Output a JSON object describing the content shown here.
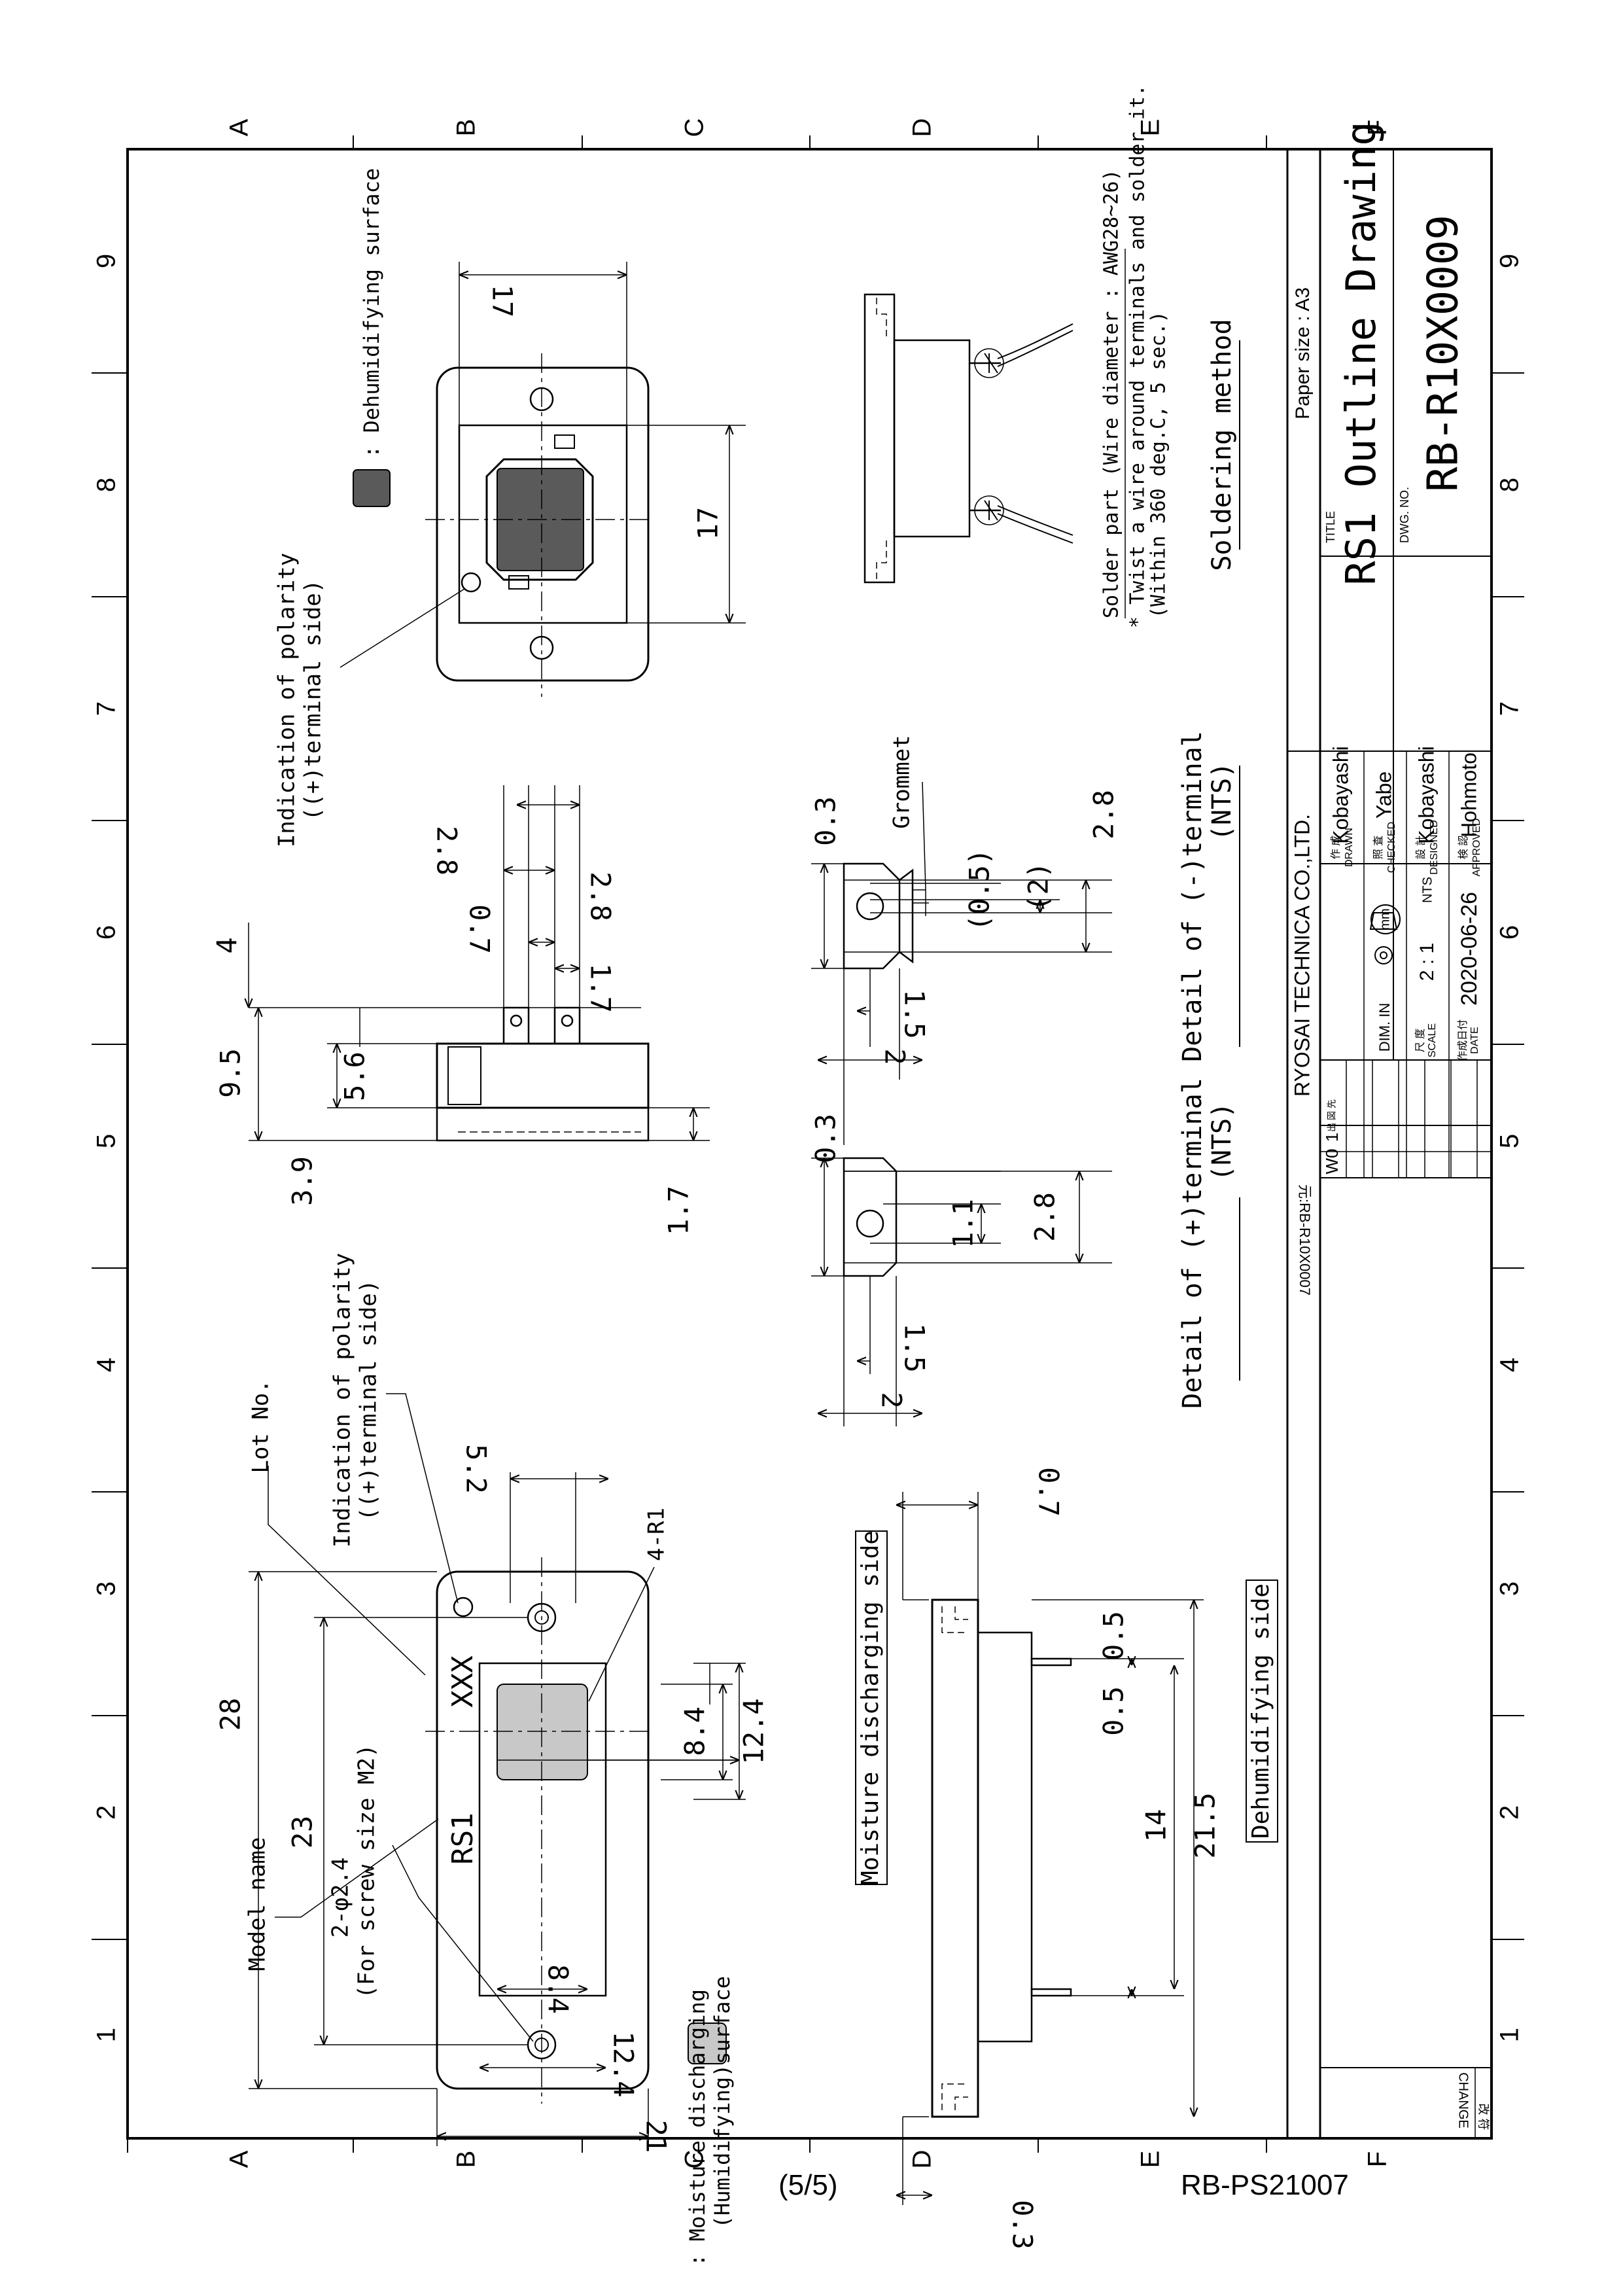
{
  "grid": {
    "rows": [
      "A",
      "B",
      "C",
      "D",
      "E",
      "F"
    ],
    "cols": [
      "1",
      "2",
      "3",
      "4",
      "5",
      "6",
      "7",
      "8",
      "9"
    ]
  },
  "top_view_front": {
    "dims": [
      "28",
      "23",
      "21",
      "12.4",
      "8.4",
      "8.4",
      "12.4",
      "5.2"
    ],
    "marking_model": "RS1",
    "marking_lot": "XXX",
    "labels": {
      "model_name": "Model name",
      "lot_no": "Lot No.",
      "hole_note": "2-φ2.4",
      "hole_note2": "(For screw size M2)",
      "corner_radius": "4-R1",
      "polarity": "Indication of polarity",
      "polarity2": "((+)terminal side)"
    }
  },
  "legend": {
    "moist_surface": ": Moisture discharging",
    "moist_surface2": "(Humidifying)surface",
    "dehum_surface": ": Dehumidifying surface",
    "moist_color": "#c8c8c8",
    "dehum_color": "#5a5a5a"
  },
  "top_view_back": {
    "dims": [
      "17",
      "17"
    ],
    "polarity": "Indication of polarity",
    "polarity2": "((+)terminal side)"
  },
  "side_view": {
    "dims": [
      "9.5",
      "5.6",
      "3.9",
      "1.7",
      "4",
      "0.7",
      "1.7",
      "2.8",
      "2.8"
    ]
  },
  "section_view": {
    "dims": [
      "0.3",
      "0.7",
      "0.5",
      "0.5",
      "14",
      "21.5"
    ],
    "moist_side": "Moisture discharging side",
    "dehum_side": "Dehumidifying side"
  },
  "plus_terminal": {
    "dims": [
      "0.3",
      "1.1",
      "2.8",
      "1.5",
      "2"
    ],
    "caption": "Detail of (+)terminal",
    "nts": "(NTS)"
  },
  "minus_terminal": {
    "dims": [
      "0.3",
      "(0.5)",
      "(2)",
      "2.8",
      "1.5",
      "2"
    ],
    "grommet": "Grommet",
    "caption": "Detail of (-)terminal",
    "nts": "(NTS)"
  },
  "soldering": {
    "line1": "Solder part (Wire diameter : AWG28~26)",
    "line2": "* Twist a wire around terminals and solder it.",
    "line3": "(Within 360 deg.C, 5 sec.)",
    "title": "Soldering method"
  },
  "title_block": {
    "paper_size": "Paper size : A3",
    "title_label": "TITLE",
    "title": "RS1 Outline Drawing",
    "dwg_no_label": "DWG. NO.",
    "dwg_no": "RB-R10X0009",
    "company": "RYOSAI TECHNICA CO.,LTD.",
    "drawn_label_jp": "作 成",
    "drawn_label": "DRAWN",
    "drawn": "Kobayashi",
    "checked_label_jp": "照 査",
    "checked_label": "CHECKED",
    "checked": "Yabe",
    "designed_label_jp": "設 計",
    "designed_label": "DESIGNED",
    "designed": "Kobayashi",
    "approved_label_jp": "検 認",
    "approved_label": "APPROVED",
    "approved": "Hohmoto",
    "dim_label": "DIM. IN",
    "dim_unit": "mm",
    "scale_label_jp": "尺 度",
    "scale_label": "SCALE",
    "scale": "2 : 1",
    "nts": "NTS",
    "date_label_jp": "作成日付",
    "date_label": "DATE",
    "date": "2020-06-26",
    "issue_label": "出 図 先",
    "rev_code": "W0",
    "rev_num": "1",
    "orig_no": "元:RB-R10X0007",
    "change_label": "CHANGE",
    "change_jp": "改 符"
  },
  "footer": {
    "page": "(5/5)",
    "doc": "RB-PS21007"
  }
}
